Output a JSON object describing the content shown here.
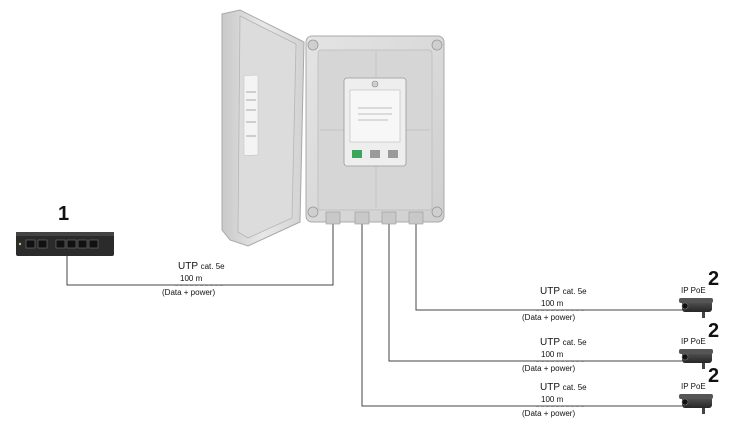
{
  "labels": {
    "switch_number": "1",
    "camera_number": "2",
    "camera_label": "IP PoE",
    "cable_utp": "UTP",
    "cable_cat": "cat. 5e",
    "cable_length": "100 m",
    "cable_payload": "(Data + power)"
  },
  "colors": {
    "enclosure": "#dedede",
    "enclosure_shadow": "#bdbdbd",
    "line": "#444444",
    "switch_body": "#2b2b2b",
    "camera_body": "#3a3a3a"
  },
  "icons": [
    "poe-switch-icon",
    "enclosure-lid-icon",
    "enclosure-box-icon",
    "poe-extender-module-icon",
    "ip-camera-icon"
  ]
}
